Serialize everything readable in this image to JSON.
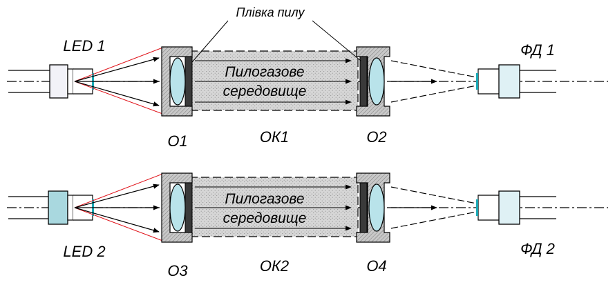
{
  "labels": {
    "dust_film": "Плівка пилу",
    "led1": "LED 1",
    "led2": "LED 2",
    "pd1": "ФД 1",
    "pd2": "ФД 2",
    "o1": "O1",
    "o2": "O2",
    "o3": "O3",
    "o4": "O4",
    "ok1": "ОК1",
    "ok2": "ОК2",
    "medium1_line1": "Пилогазове",
    "medium1_line2": "середовище",
    "medium2_line1": "Пилогазове",
    "medium2_line2": "середовище"
  },
  "colors": {
    "led1_body": "#f2f2f8",
    "led2_body": "#a9d8df",
    "photodiode_body": "#dff1f5",
    "lens": "#b9e3ea",
    "lens_face": "#1aa9b5",
    "beam_edge": "#e0141b",
    "chamber_fill": "#d9d9d9",
    "housing": "#bfbfbf"
  }
}
